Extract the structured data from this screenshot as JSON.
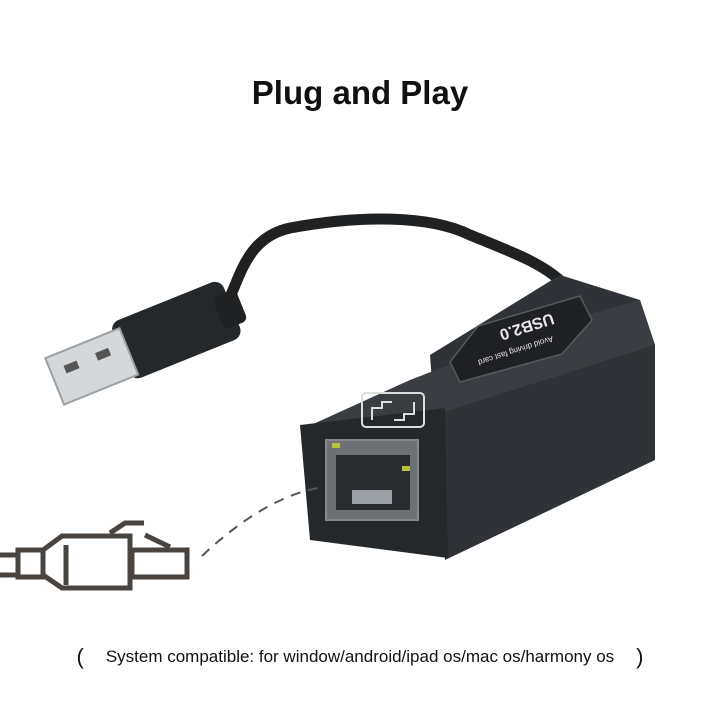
{
  "title": "Plug and Play",
  "product_label": {
    "line1": "USB2.0",
    "line2": "Avoid driving fast card"
  },
  "caption": {
    "open": "(",
    "text": "System compatible: for window/android/ipad os/mac os/harmony os",
    "close": ")"
  },
  "colors": {
    "body": "#2b2e31",
    "outline_icon": "#4a4440",
    "led": "#b8c23a"
  }
}
